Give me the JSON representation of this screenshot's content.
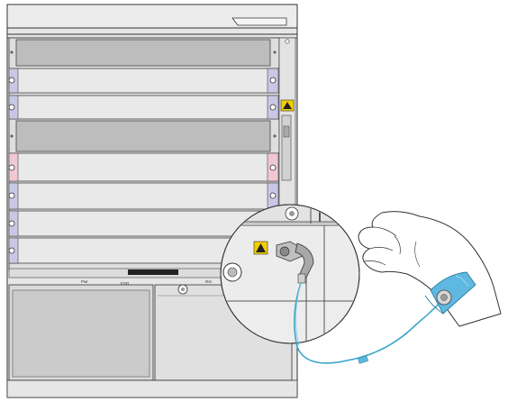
{
  "illustration": {
    "label_left": "Pwr",
    "label_mid": "ESD",
    "label_right": "Rst",
    "colors": {
      "chassis_fill": "#e6e6e6",
      "chassis_stroke": "#333333",
      "blank_panel": "#bdbdbd",
      "ejector_blue": "#c8c8e6",
      "ejector_pink": "#f0c8d2",
      "warning_yellow": "#f2d000",
      "wrist_strap": "#5fb8e0",
      "skin": "#ffffff"
    },
    "icons": [
      "esd-warning-icon",
      "esd-jack-icon",
      "wrist-strap-icon",
      "grounding-cable-icon"
    ]
  }
}
